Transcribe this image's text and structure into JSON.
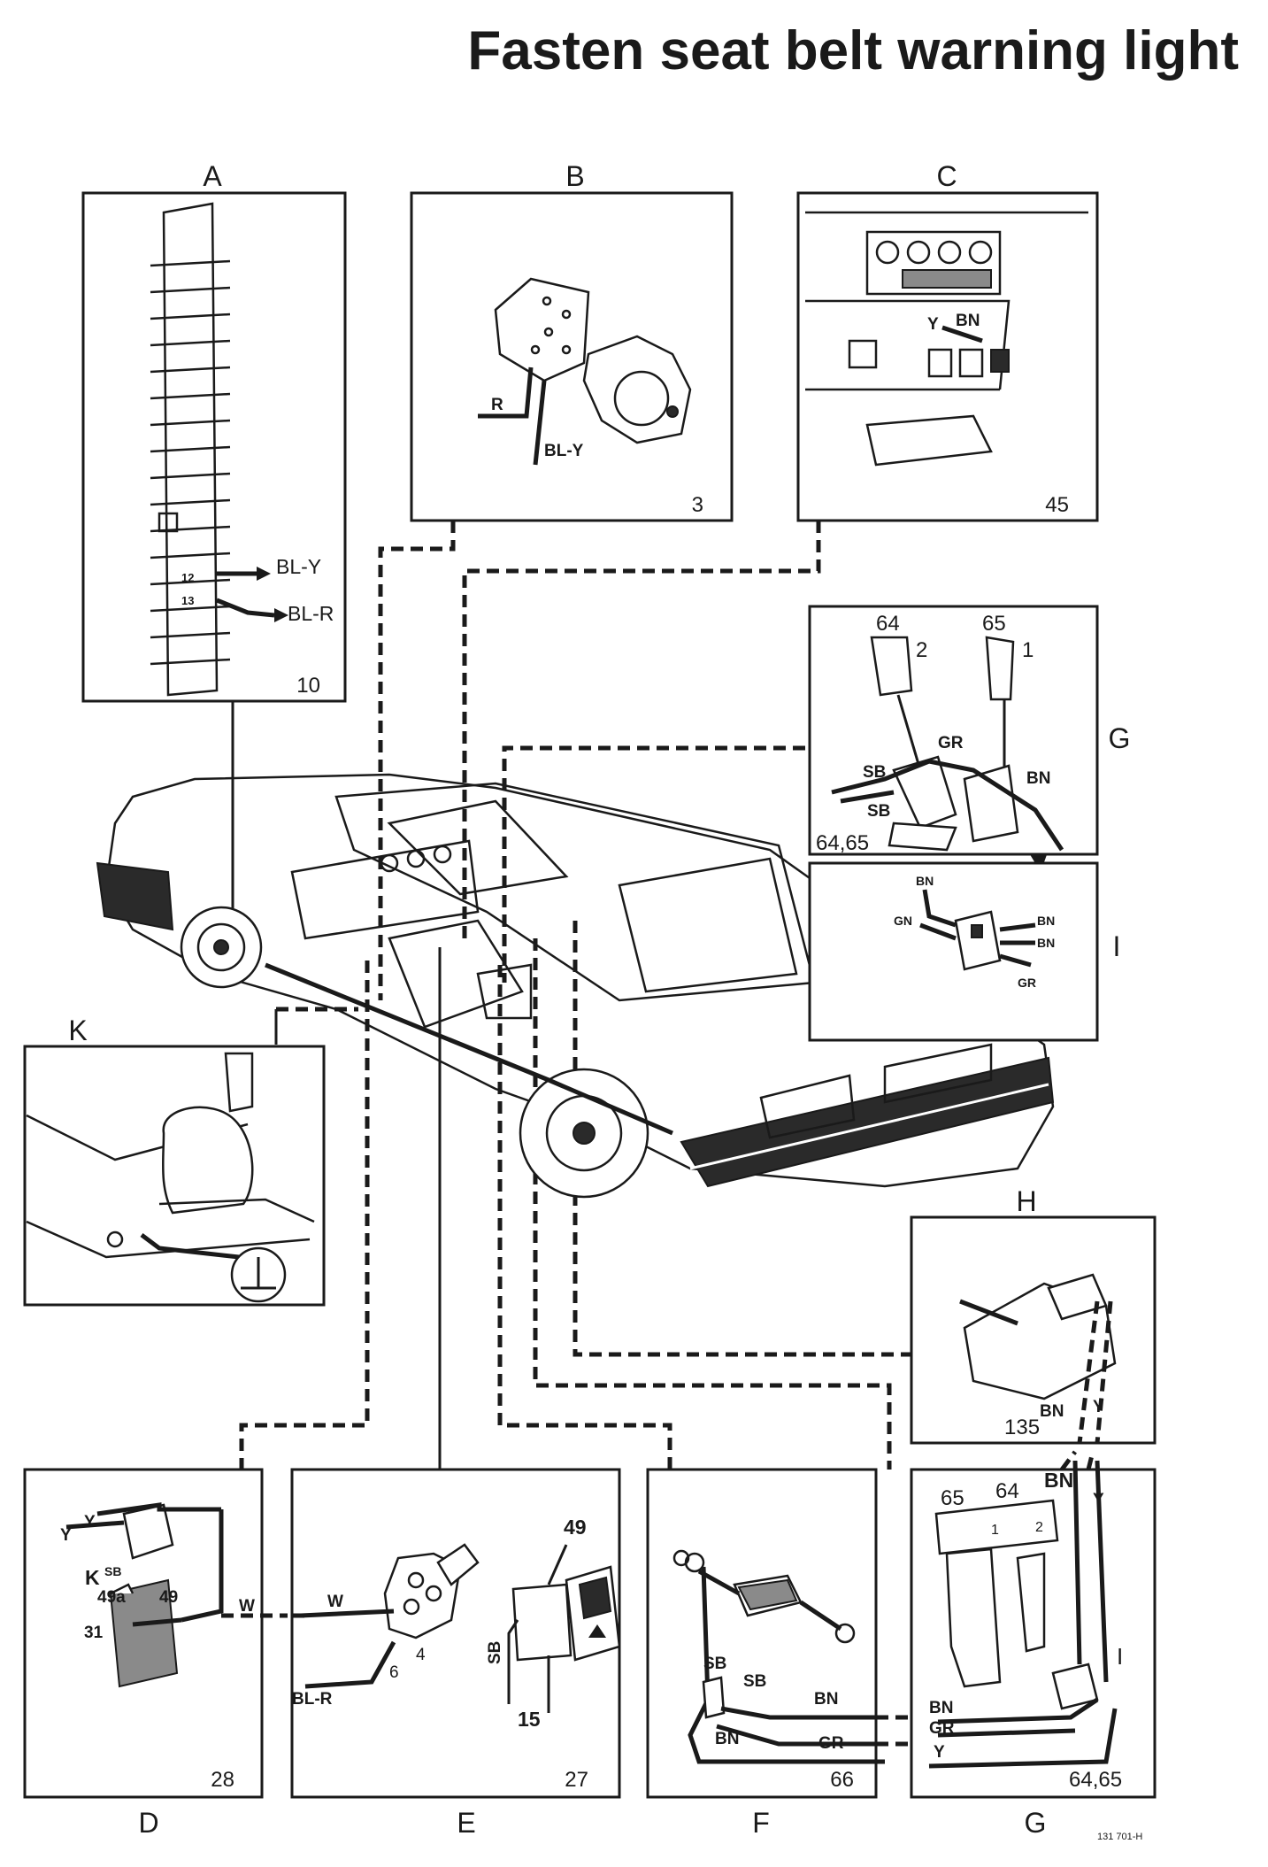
{
  "title": "Fasten seat belt warning light",
  "footer_code": "131 701-H",
  "panels": {
    "A": {
      "letter": "A",
      "number": "10",
      "wires": [
        "BL-Y",
        "BL-R"
      ],
      "pins": [
        "12",
        "13"
      ]
    },
    "B": {
      "letter": "B",
      "number": "3",
      "wires": [
        "R",
        "BL-Y"
      ]
    },
    "C": {
      "letter": "C",
      "number": "45",
      "wires": [
        "Y",
        "BN"
      ]
    },
    "G_top": {
      "letter": "G",
      "number": "64,65",
      "parts": [
        "64",
        "65",
        "2",
        "1"
      ],
      "wires": [
        "SB",
        "SB",
        "GR",
        "BN"
      ]
    },
    "I": {
      "letter": "I",
      "wires": [
        "BN",
        "GN",
        "BN",
        "BN",
        "GR"
      ]
    },
    "K": {
      "letter": "K"
    },
    "H": {
      "letter": "H",
      "number": "135",
      "wires": [
        "BN",
        "Y"
      ]
    },
    "D": {
      "letter": "D",
      "number": "28",
      "wires": [
        "Y",
        "Y",
        "SB",
        "W"
      ],
      "terminals": [
        "49a",
        "49",
        "31"
      ],
      "k_label": "K"
    },
    "E": {
      "letter": "E",
      "number": "27",
      "wires": [
        "W",
        "BL-R",
        "SB"
      ],
      "terminals": [
        "6",
        "4",
        "49",
        "15"
      ]
    },
    "F": {
      "letter": "F",
      "number": "66",
      "wires": [
        "SB",
        "SB",
        "BN",
        "BN",
        "GR"
      ]
    },
    "G_bottom": {
      "letter": "G",
      "number": "64,65",
      "parts": [
        "65",
        "64",
        "1",
        "2"
      ],
      "wires": [
        "BN",
        "Y",
        "BN",
        "GR",
        "Y"
      ],
      "i_label": "I"
    }
  },
  "icons": [
    "ground-symbol-icon",
    "arrow-icon"
  ]
}
